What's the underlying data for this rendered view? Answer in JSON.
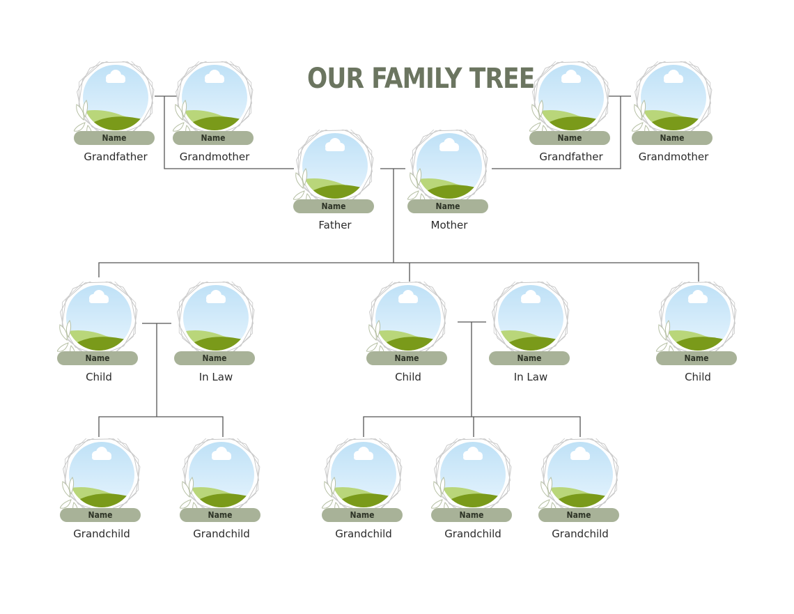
{
  "title": "OUR FAMILY TREE",
  "colors": {
    "title": "#6b7560",
    "name_bar": "#a8b298",
    "line": "#555555",
    "sky_top": "#bde0f6",
    "sky_bottom": "#eef8ff",
    "hill_light": "#b9d67a",
    "hill_dark": "#7a9a1a",
    "frame": "#c8c8c8"
  },
  "members": [
    {
      "id": "gf1",
      "name_label": "Name",
      "role": "Grandfather"
    },
    {
      "id": "gm1",
      "name_label": "Name",
      "role": "Grandmother"
    },
    {
      "id": "gf2",
      "name_label": "Name",
      "role": "Grandfather"
    },
    {
      "id": "gm2",
      "name_label": "Name",
      "role": "Grandmother"
    },
    {
      "id": "father",
      "name_label": "Name",
      "role": "Father"
    },
    {
      "id": "mother",
      "name_label": "Name",
      "role": "Mother"
    },
    {
      "id": "child1",
      "name_label": "Name",
      "role": "Child"
    },
    {
      "id": "inlaw1",
      "name_label": "Name",
      "role": "In Law"
    },
    {
      "id": "child2",
      "name_label": "Name",
      "role": "Child"
    },
    {
      "id": "inlaw2",
      "name_label": "Name",
      "role": "In Law"
    },
    {
      "id": "child3",
      "name_label": "Name",
      "role": "Child"
    },
    {
      "id": "gc1",
      "name_label": "Name",
      "role": "Grandchild"
    },
    {
      "id": "gc2",
      "name_label": "Name",
      "role": "Grandchild"
    },
    {
      "id": "gc3",
      "name_label": "Name",
      "role": "Grandchild"
    },
    {
      "id": "gc4",
      "name_label": "Name",
      "role": "Grandchild"
    },
    {
      "id": "gc5",
      "name_label": "Name",
      "role": "Grandchild"
    }
  ]
}
